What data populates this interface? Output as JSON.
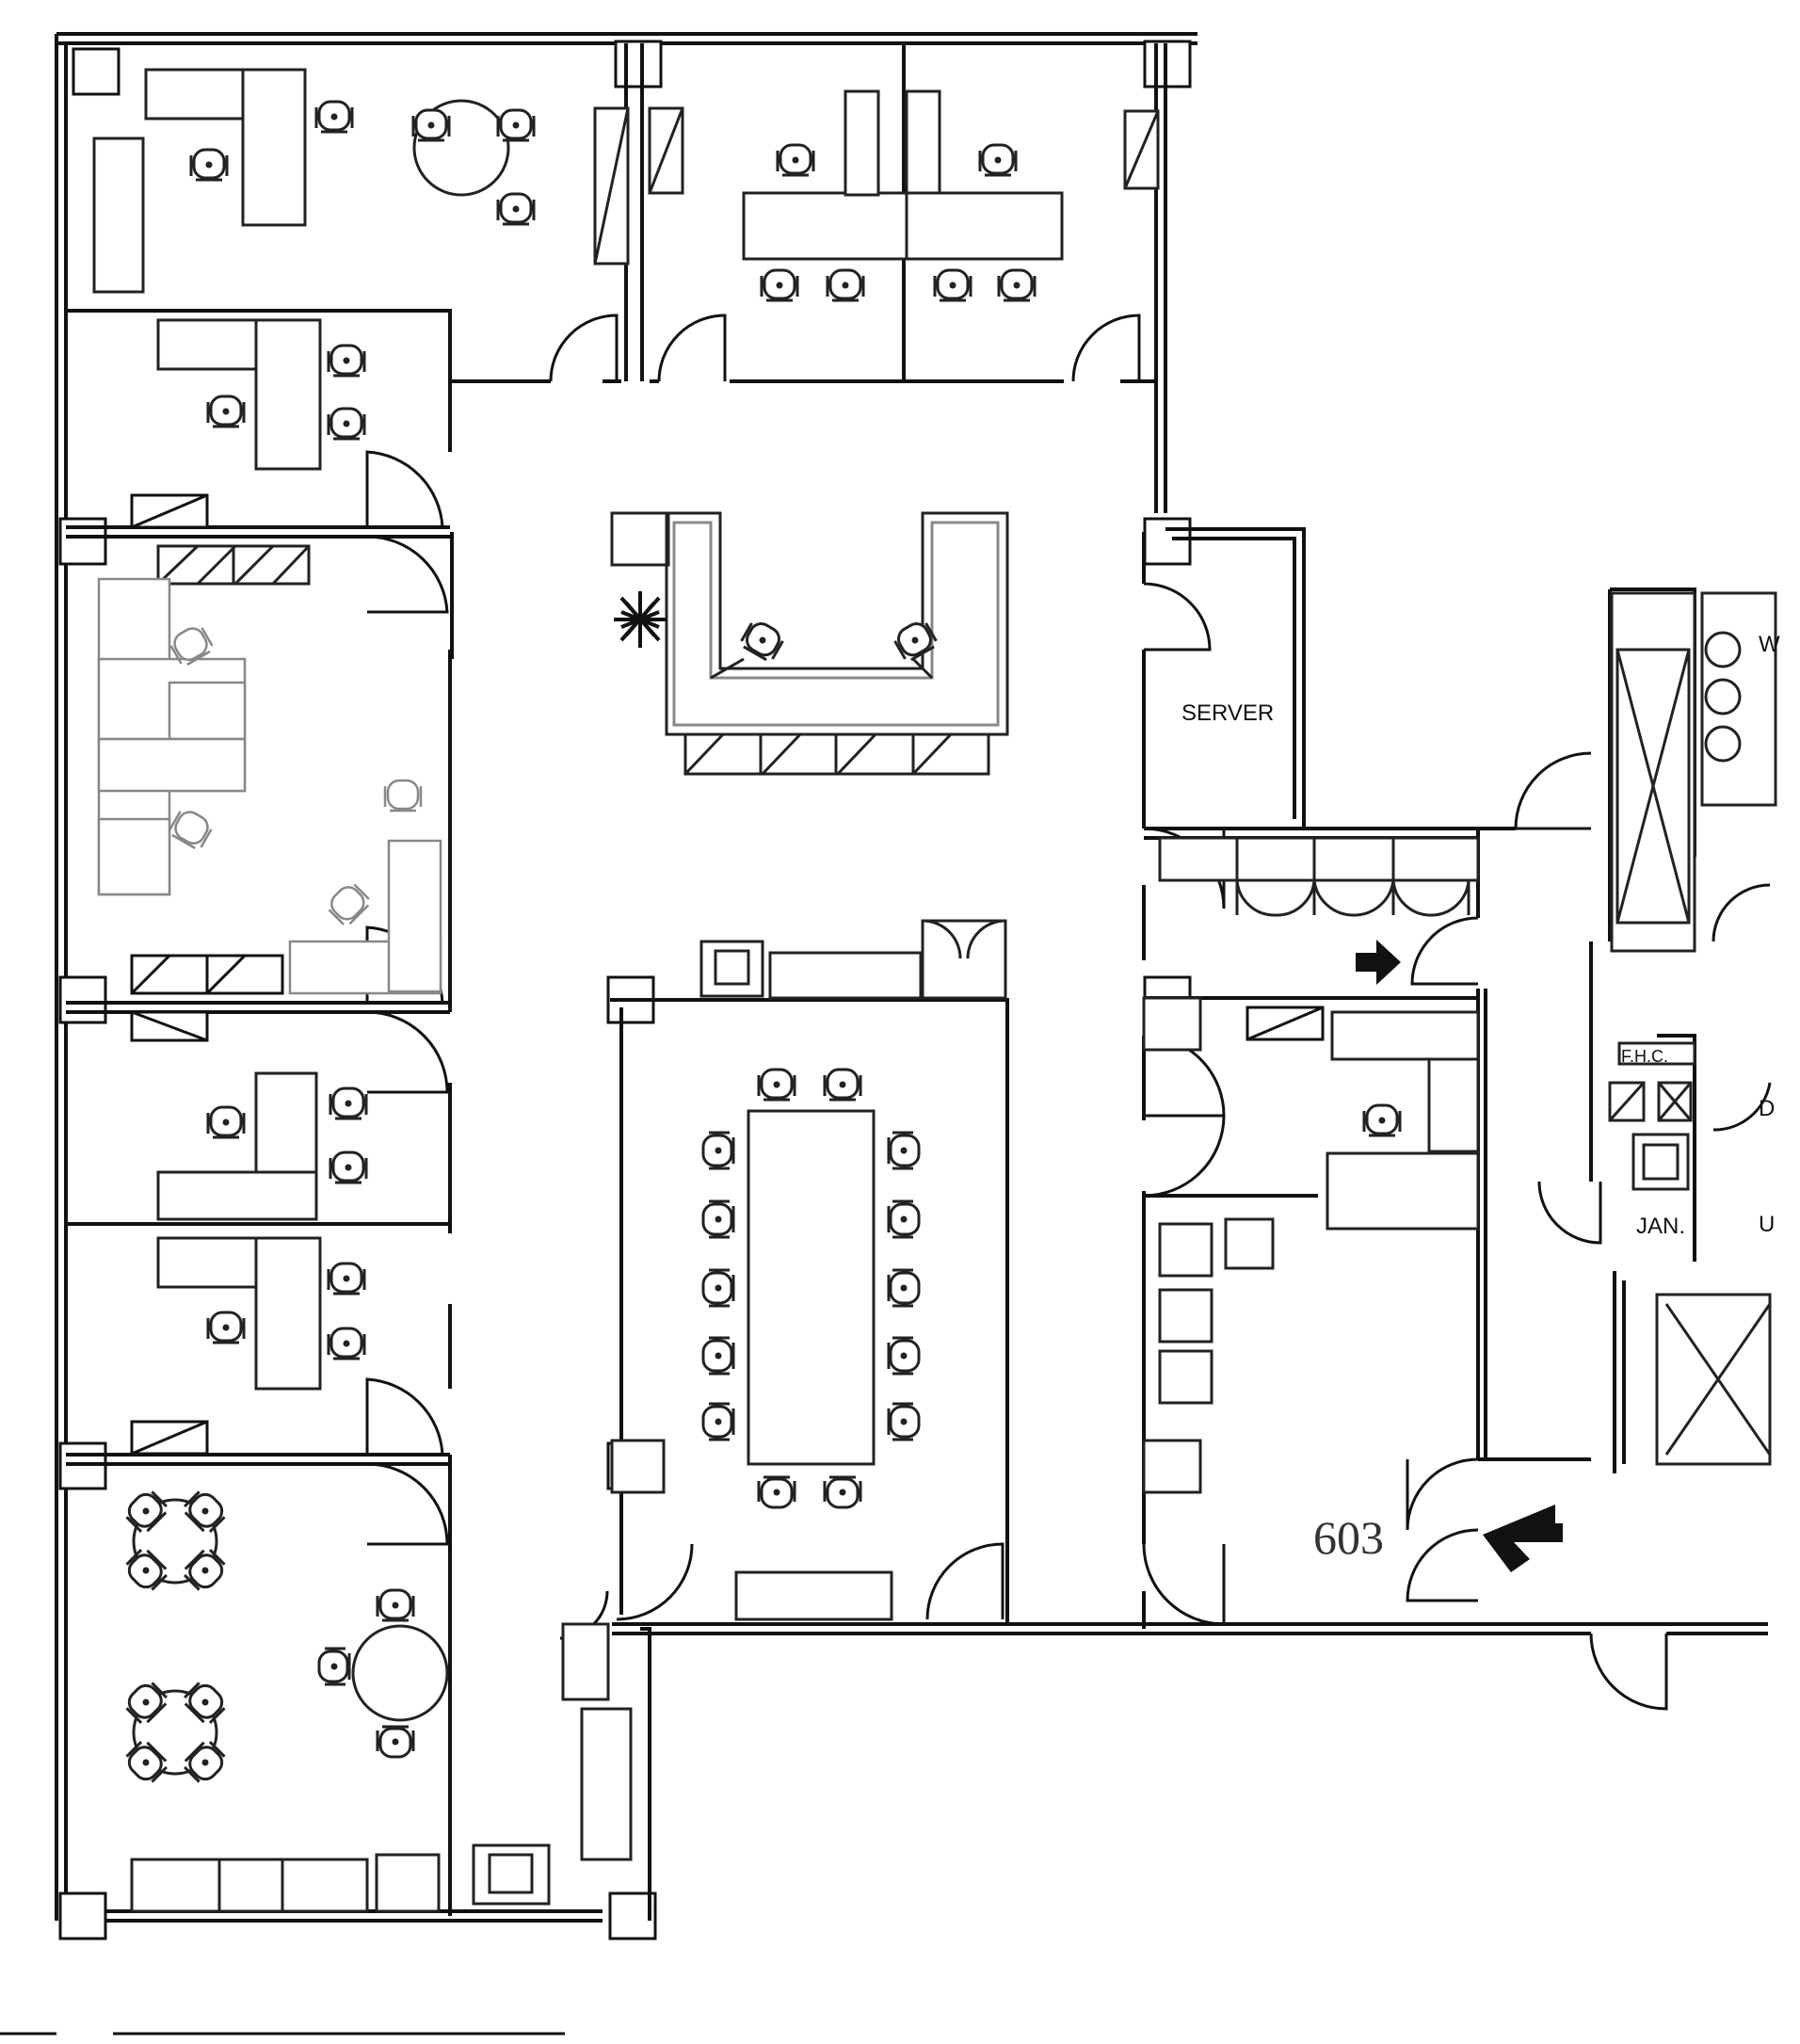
{
  "labels": {
    "server": "SERVER",
    "fhc": "F.H.C.",
    "janitor": "JAN.",
    "suite_number": "603",
    "edge_w": "W",
    "edge_d": "D",
    "edge_u": "U"
  },
  "colors": {
    "wall": "#111111",
    "furniture": "#222222",
    "light_furniture": "#888888",
    "background": "#ffffff"
  },
  "icons": {
    "plant": "plant-icon",
    "arrow_small": "arrow-right-icon",
    "arrow_large": "arrow-left-icon"
  }
}
